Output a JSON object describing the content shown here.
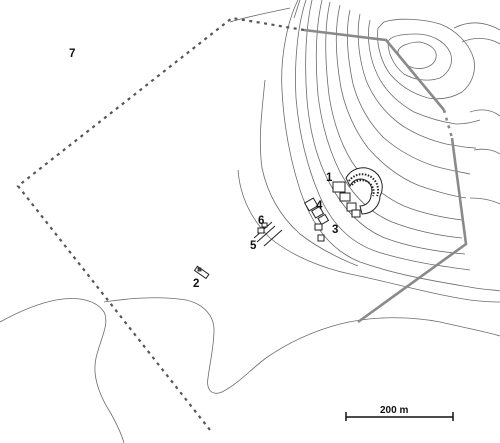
{
  "map": {
    "labels": {
      "theatre": "1",
      "site_2": "2",
      "site_3": "3",
      "site_4": "4",
      "site_5": "5",
      "site_6": "6",
      "site_7": "7"
    },
    "scale": {
      "label": "200 m"
    }
  }
}
